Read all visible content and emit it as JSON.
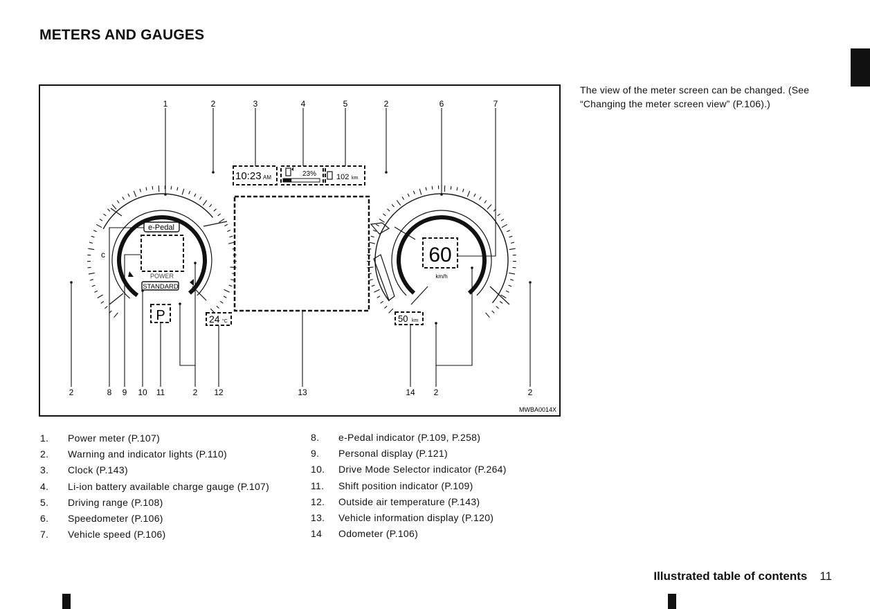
{
  "page": {
    "title": "METERS AND GAUGES",
    "side_note": "The view of the meter screen can be changed. (See “Changing the meter screen view” (P.106).)",
    "footer_title": "Illustrated table of contents",
    "page_number": "11"
  },
  "figure": {
    "code": "MWBA0014X",
    "callouts": {
      "c1": "1",
      "c2": "2",
      "c3": "3",
      "c4": "4",
      "c5": "5",
      "c6": "6",
      "c7": "7",
      "c8": "8",
      "c9": "9",
      "c10": "10",
      "c11": "11",
      "c12": "12",
      "c13": "13",
      "c14": "14"
    },
    "display": {
      "clock": "10:23",
      "clock_ampm": "AM",
      "battery_percent": "23%",
      "battery_fill": 0.23,
      "range": "102",
      "range_unit": "km",
      "speed": "60",
      "speed_unit": "km/h",
      "epedal": "e-Pedal",
      "power_label": "POWER",
      "drive_mode": "STANDARD",
      "shift": "P",
      "temperature": "24",
      "temperature_unit": "°C",
      "odometer": "50",
      "odometer_unit": "km"
    }
  },
  "legend": {
    "col1": [
      {
        "num": "1.",
        "text": "Power meter (P.107)"
      },
      {
        "num": "2.",
        "text": "Warning and indicator lights (P.110)"
      },
      {
        "num": "3.",
        "text": "Clock (P.143)"
      },
      {
        "num": "4.",
        "text": "Li-ion battery available charge gauge (P.107)"
      },
      {
        "num": "5.",
        "text": "Driving range (P.108)"
      },
      {
        "num": "6.",
        "text": "Speedometer (P.106)"
      },
      {
        "num": "7.",
        "text": "Vehicle speed (P.106)"
      }
    ],
    "col2": [
      {
        "num": "8.",
        "text": "e-Pedal indicator (P.109, P.258)"
      },
      {
        "num": "9.",
        "text": "Personal display (P.121)"
      },
      {
        "num": "10.",
        "text": "Drive Mode Selector indicator (P.264)"
      },
      {
        "num": "11.",
        "text": "Shift position indicator (P.109)"
      },
      {
        "num": "12.",
        "text": "Outside air temperature (P.143)"
      },
      {
        "num": "13.",
        "text": "Vehicle information display (P.120)"
      },
      {
        "num": "14",
        "text": "Odometer (P.106)"
      }
    ]
  }
}
